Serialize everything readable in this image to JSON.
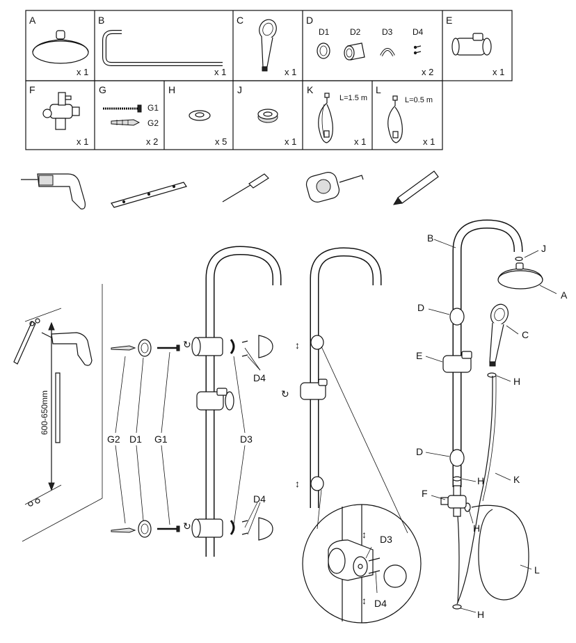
{
  "parts": [
    {
      "id": "A",
      "qty": "x 1"
    },
    {
      "id": "B",
      "qty": "x 1"
    },
    {
      "id": "C",
      "qty": "x 1"
    },
    {
      "id": "D",
      "qty": "x 2",
      "subparts": [
        "D1",
        "D2",
        "D3",
        "D4"
      ]
    },
    {
      "id": "E",
      "qty": "x 1"
    },
    {
      "id": "F",
      "qty": "x 1"
    },
    {
      "id": "G",
      "qty": "x 2",
      "subparts": [
        "G1",
        "G2"
      ]
    },
    {
      "id": "H",
      "qty": "x 5"
    },
    {
      "id": "J",
      "qty": "x 1"
    },
    {
      "id": "K",
      "qty": "x 1",
      "length": "L=1.5 m"
    },
    {
      "id": "L",
      "qty": "x 1",
      "length": "L=0.5 m"
    }
  ],
  "drill_diagram": {
    "distance": "600-650mm"
  },
  "exploded_labels": {
    "g2": "G2",
    "d1": "D1",
    "g1": "G1",
    "d3": "D3",
    "d4_top": "D4",
    "d4_bottom": "D4"
  },
  "detail_labels": {
    "d3": "D3",
    "d4": "D4"
  },
  "assembly_labels": {
    "b": "B",
    "j": "J",
    "a": "A",
    "d_top": "D",
    "c": "C",
    "e": "E",
    "h1": "H",
    "d_bottom": "D",
    "k": "K",
    "f": "F",
    "h2": "H",
    "h3": "H",
    "l": "L",
    "h4": "H"
  }
}
